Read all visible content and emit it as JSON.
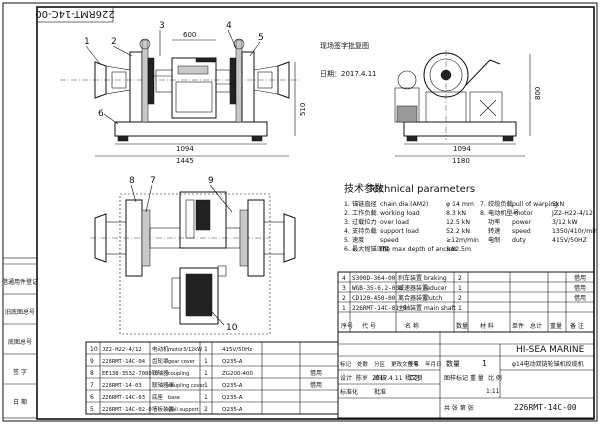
{
  "drawing": {
    "number_stamp_top": "226RMT-14C-00",
    "approval_note": "现场签字批复图",
    "date_label": "日期：2017.4.11",
    "callouts_top": [
      "1",
      "2",
      "3",
      "4",
      "5",
      "6"
    ],
    "callouts_bottom": [
      "7",
      "8",
      "9",
      "10"
    ],
    "dimensions": {
      "d600": "600",
      "d1094": "1094",
      "d1445": "1445",
      "d510": "510",
      "d800": "800",
      "d1180": "1180"
    }
  },
  "parameters": {
    "title_cn": "技术参数",
    "title_en": "Technical parameters",
    "left": [
      {
        "n": "1.",
        "cn": "锚链直径",
        "en": "chain dia.(AM2)",
        "val": "φ 14  mm"
      },
      {
        "n": "2.",
        "cn": "工作负载",
        "en": "working load",
        "val": "8.3 kN"
      },
      {
        "n": "3.",
        "cn": "过载拉力",
        "en": "over load",
        "val": "12.5 kN"
      },
      {
        "n": "4.",
        "cn": "支持负载",
        "en": "support load",
        "val": "52.2 kN"
      },
      {
        "n": "5.",
        "cn": "速度",
        "en": "speed",
        "val": "≥12m/min"
      },
      {
        "n": "6.",
        "cn": "最大抛锚深度",
        "en": "the max depth of anchor",
        "val": "≤82.5m"
      }
    ],
    "right": [
      {
        "n": "7.",
        "cn": "绞缆负载",
        "en": "pull of warping",
        "val": "5kN"
      },
      {
        "n": "8.",
        "cn": "电动机型号",
        "en": "-motor",
        "val": "JZ2-H22-4/12"
      },
      {
        "n": "",
        "cn": "功率",
        "en": "power",
        "val": "3/12 kW"
      },
      {
        "n": "",
        "cn": "转速",
        "en": "speed",
        "val": "1350/410r/min"
      },
      {
        "n": "",
        "cn": "电制",
        "en": "duty",
        "val": "415V/50HZ"
      }
    ]
  },
  "parts_upper": [
    {
      "no": "4",
      "code": "S300D-364-00",
      "name": "刹车装置",
      "name_en": "braking",
      "qty": "2",
      "mat": "",
      "note": "借用"
    },
    {
      "no": "3",
      "code": "WGB-35-6.2-00B",
      "name": "减速器装置",
      "name_en": "reducer",
      "qty": "1",
      "mat": "",
      "note": "借用"
    },
    {
      "no": "2",
      "code": "CD120-450-00",
      "name": "离合器装置",
      "name_en": "clutch",
      "qty": "2",
      "mat": "",
      "note": "借用"
    },
    {
      "no": "1",
      "code": "226RMT-14C-01-0",
      "name": "主轴装置",
      "name_en": "main shaft",
      "qty": "1",
      "mat": "",
      "note": ""
    }
  ],
  "parts_header": {
    "no": "序号",
    "code": "代  号",
    "name": "名      称",
    "qty": "数量",
    "mat": "材  料",
    "single": "单件",
    "total": "总计",
    "weight": "重量",
    "note": "备  注"
  },
  "parts_lower": [
    {
      "no": "10",
      "code": "JZ2-H22-4/12",
      "name": "电动机",
      "name_en": "motor3/12kW",
      "qty": "1",
      "mat": "415V/50Hz",
      "note": ""
    },
    {
      "no": "9",
      "code": "226RMT-14C-04",
      "name": "齿轮罩",
      "name_en": "gear cover",
      "qty": "1",
      "mat": "Q235-A",
      "note": ""
    },
    {
      "no": "8",
      "code": "EE138-3532-7080-0",
      "name": "联轴器",
      "name_en": "coupling",
      "qty": "1",
      "mat": "ZG200-400",
      "note": "借用"
    },
    {
      "no": "7",
      "code": "226RMT-14-03",
      "name": "联轴器罩",
      "name_en": "coupling cover",
      "qty": "1",
      "mat": "Q235-A",
      "note": "借用"
    },
    {
      "no": "6",
      "code": "226RMT-14C-03",
      "name": "底座",
      "name_en": "base",
      "qty": "1",
      "mat": "Q235-A",
      "note": ""
    },
    {
      "no": "5",
      "code": "226RMT-14C-02-0",
      "name": "墙板装置",
      "name_en": "wall support",
      "qty": "2",
      "mat": "Q235-A",
      "note": ""
    }
  ],
  "side_labels": [
    "借通用件登记",
    "旧底图总号",
    "底图总号",
    "签  字",
    "日  期"
  ],
  "title_block": {
    "company": "HI-SEA MARINE",
    "product_cn": "φ14电动双链轮锚机绞缆机",
    "qty_label": "数量",
    "qty_value": "1",
    "drawing_number": "226RMT-14C-00",
    "stage_label": "图样标记",
    "weight_label": "重 量",
    "scale_label": "比 例",
    "scale_value": "1:11",
    "sheet_info": "共     张   第     张",
    "rev_headers": [
      "标记",
      "处数",
      "分区",
      "更改文件号",
      "签名",
      "年月日"
    ],
    "roles": [
      "设计",
      "审核",
      "工艺",
      "标准化",
      "批准"
    ],
    "designer": "陈岁",
    "date": "2017.4.11",
    "check": "杨文良"
  }
}
